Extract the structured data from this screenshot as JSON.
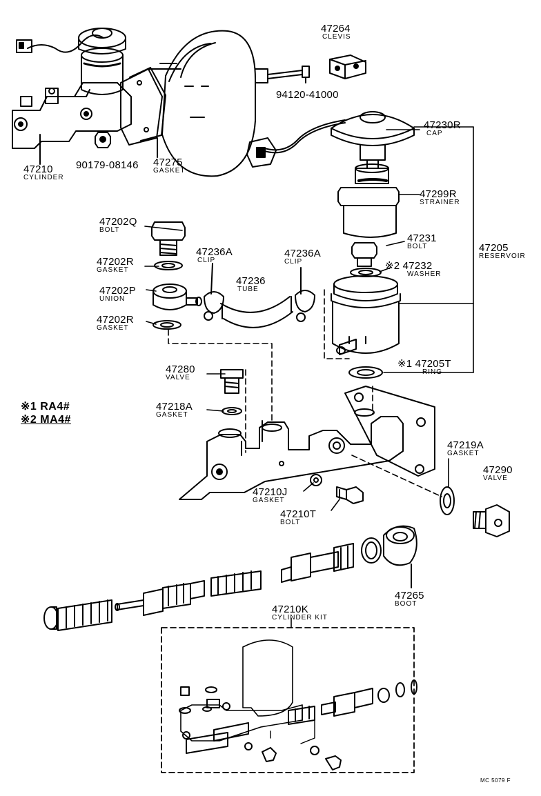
{
  "parts": [
    {
      "id": "p47264",
      "number": "47264",
      "name": "CLEVIS"
    },
    {
      "id": "p94120",
      "number": "94120-41000",
      "name": ""
    },
    {
      "id": "p47210",
      "number": "47210",
      "name": "CYLINDER"
    },
    {
      "id": "p90179",
      "number": "90179-08146",
      "name": ""
    },
    {
      "id": "p47275",
      "number": "47275",
      "name": "GASKET"
    },
    {
      "id": "p47230R",
      "number": "47230R",
      "name": "CAP"
    },
    {
      "id": "p47299R",
      "number": "47299R",
      "name": "STRAINER"
    },
    {
      "id": "p47202Q",
      "number": "47202Q",
      "name": "BOLT"
    },
    {
      "id": "p47202R_a",
      "number": "47202R",
      "name": "GASKET"
    },
    {
      "id": "p47236A_a",
      "number": "47236A",
      "name": "CLIP"
    },
    {
      "id": "p47236A_b",
      "number": "47236A",
      "name": "CLIP"
    },
    {
      "id": "p47236",
      "number": "47236",
      "name": "TUBE"
    },
    {
      "id": "p47231",
      "number": "47231",
      "name": "BOLT"
    },
    {
      "id": "p47205",
      "number": "47205",
      "name": "RESERVOIR"
    },
    {
      "id": "p47232",
      "number": "※2 47232",
      "name": "WASHER"
    },
    {
      "id": "p47202P",
      "number": "47202P",
      "name": "UNION"
    },
    {
      "id": "p47202R_b",
      "number": "47202R",
      "name": "GASKET"
    },
    {
      "id": "p47205T",
      "number": "※1 47205T",
      "name": "RING"
    },
    {
      "id": "p47280",
      "number": "47280",
      "name": "VALVE"
    },
    {
      "id": "p47218A",
      "number": "47218A",
      "name": "GASKET"
    },
    {
      "id": "p47219A",
      "number": "47219A",
      "name": "GASKET"
    },
    {
      "id": "p47290",
      "number": "47290",
      "name": "VALVE"
    },
    {
      "id": "p47210J",
      "number": "47210J",
      "name": "GASKET"
    },
    {
      "id": "p47210T",
      "number": "47210T",
      "name": "BOLT"
    },
    {
      "id": "p47265",
      "number": "47265",
      "name": "BOOT"
    },
    {
      "id": "p47210K",
      "number": "47210K",
      "name": "CYLINDER KIT"
    }
  ],
  "legend": [
    "※1 RA4#",
    "※2 MA4#"
  ],
  "figure_ref": "MC 5079 F"
}
